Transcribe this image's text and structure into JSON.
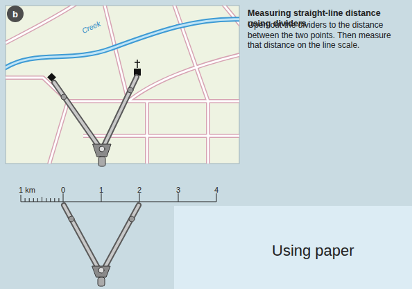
{
  "diagram": {
    "title": "Measuring straight-line distance using dividers",
    "nodes": [
      {
        "text": [
          "b"
        ]
      },
      {
        "text": [
          "Using paper"
        ]
      }
    ],
    "labels": [
      "Open out the dividers to the distance between the two points. Then measure that distance on the line scale.",
      "Creek",
      "1 km",
      "0",
      "1",
      "2",
      "3",
      "4"
    ]
  }
}
